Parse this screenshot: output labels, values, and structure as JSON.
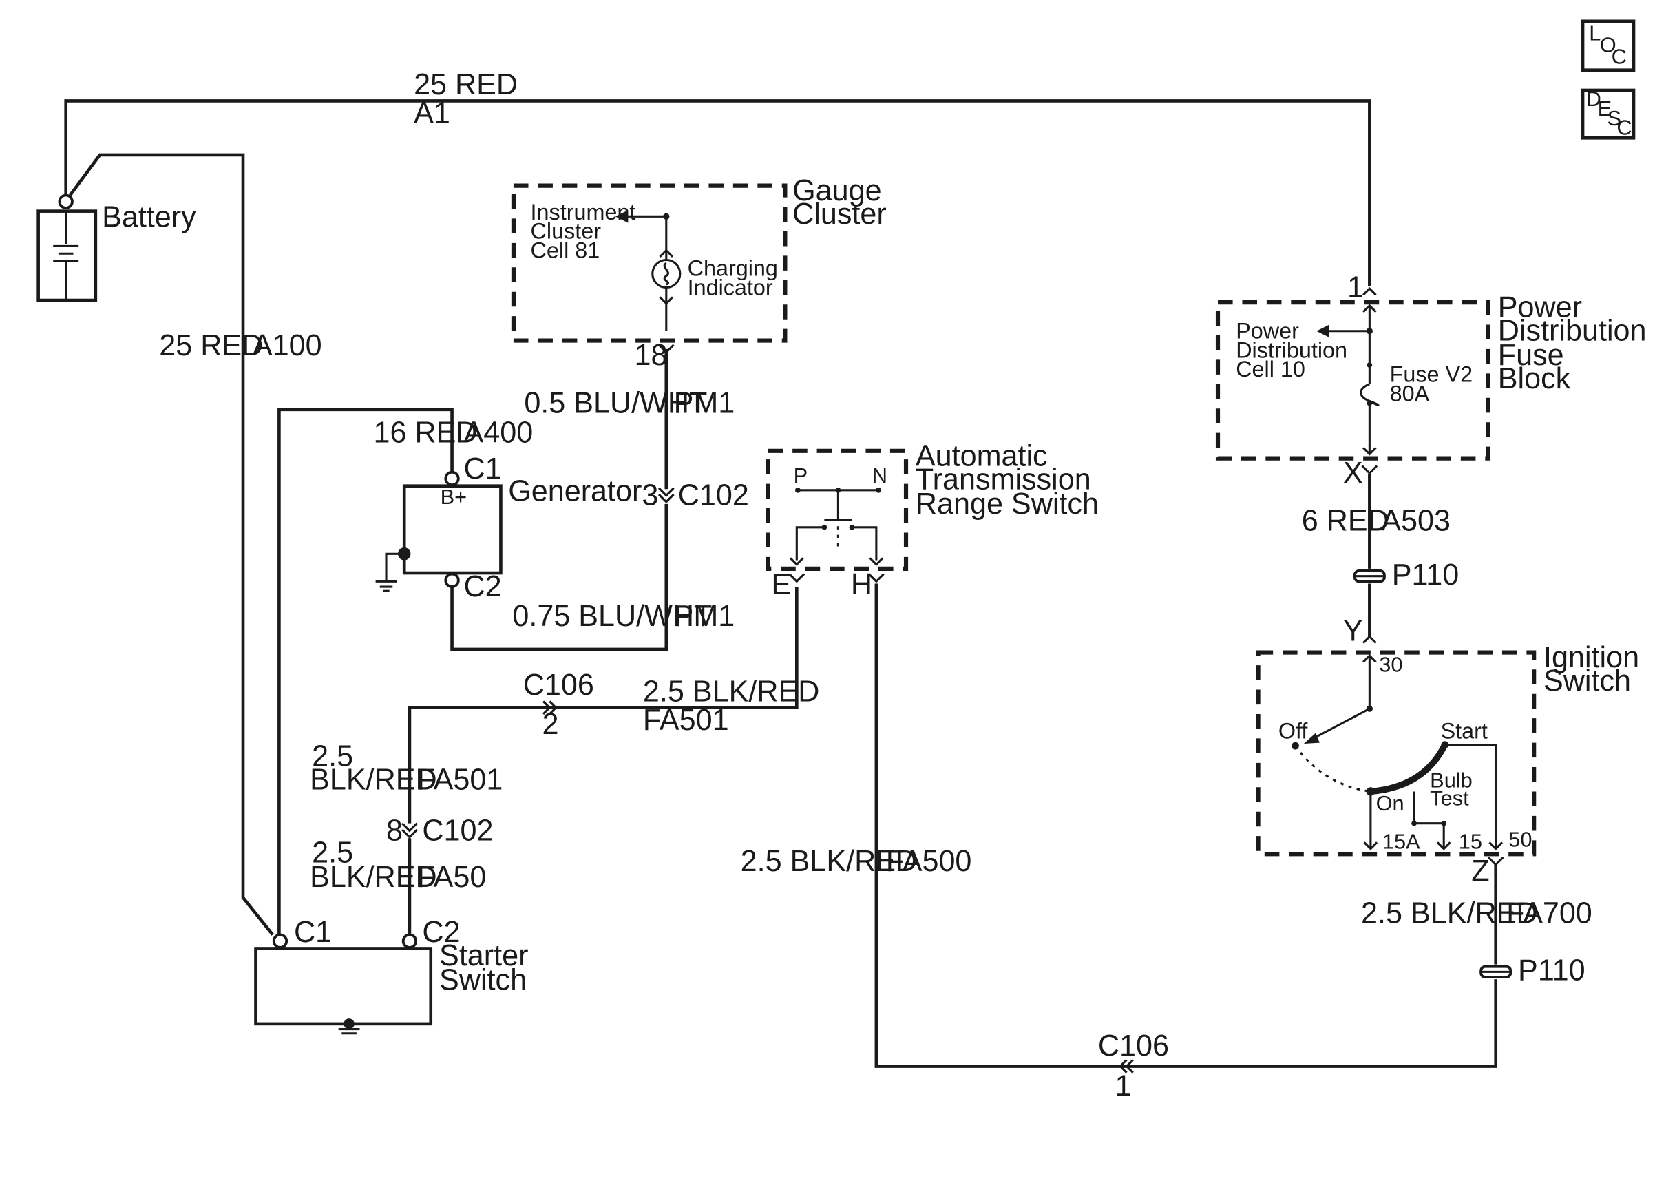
{
  "icons": {
    "loc": "loc-icon",
    "desc": "desc-icon"
  },
  "icon_text": {
    "loc_l": "L",
    "loc_o": "O",
    "loc_c": "C",
    "desc_d": "D",
    "desc_e": "E",
    "desc_s": "S",
    "desc_c": "C"
  },
  "wires": {
    "top_gauge": "25 RED",
    "top_circuit": "A1",
    "battery_starter_gauge": "25 RED",
    "battery_starter_circuit": "A100",
    "generator_gauge": "16 RED",
    "generator_circuit": "A400",
    "pm1_upper_gauge": "0.5 BLU/WHT",
    "pm1_upper_circuit": "PM1",
    "pm1_lower_gauge": "0.75 BLU/WHT",
    "pm1_lower_circuit": "PM1",
    "fa501_right_gauge": "2.5 BLK/RED",
    "fa501_right_circuit": "FA501",
    "fa501_left_gauge_1": "2.5",
    "fa501_left_gauge_2": "BLK/RED",
    "fa501_left_circuit": "FA501",
    "fa50_gauge_1": "2.5",
    "fa50_gauge_2": "BLK/RED",
    "fa50_circuit": "FA50",
    "fa500_gauge": "2.5 BLK/RED",
    "fa500_circuit": "FA500",
    "a503_gauge": "6 RED",
    "a503_circuit": "A503",
    "fa700_gauge": "2.5 BLK/RED",
    "fa700_circuit": "FA700"
  },
  "connectors": {
    "c102_upper_pin": "3",
    "c102_upper_name": "C102",
    "c102_lower_pin": "8",
    "c102_lower_name": "C102",
    "c106_upper_name": "C106",
    "c106_upper_pin": "2",
    "c106_lower_name": "C106",
    "c106_lower_pin": "1",
    "p110_upper": "P110",
    "p110_lower": "P110",
    "gauge_pin": "18",
    "pdfb_pin_in": "1",
    "pdfb_pin_x": "X",
    "ign_pin_y": "Y",
    "ign_pin_z": "Z",
    "trans_pin_e": "E",
    "trans_pin_h": "H",
    "gen_c1": "C1",
    "gen_c2": "C2",
    "gen_b_plus": "B+",
    "starter_c1": "C1",
    "starter_c2": "C2"
  },
  "components": {
    "battery": "Battery",
    "generator": "Generator",
    "starter_1": "Starter",
    "starter_2": "Switch",
    "gauge_cluster_1": "Gauge",
    "gauge_cluster_2": "Cluster",
    "instrument_ref_1": "Instrument",
    "instrument_ref_2": "Cluster",
    "instrument_ref_3": "Cell 81",
    "charging_1": "Charging",
    "charging_2": "Indicator",
    "trans_1": "Automatic",
    "trans_2": "Transmission",
    "trans_3": "Range Switch",
    "trans_p": "P",
    "trans_n": "N",
    "pdfb_1": "Power",
    "pdfb_2": "Distribution",
    "pdfb_3": "Fuse",
    "pdfb_4": "Block",
    "pd_ref_1": "Power",
    "pd_ref_2": "Distribution",
    "pd_ref_3": "Cell 10",
    "fuse_1": "Fuse V2",
    "fuse_2": "80A",
    "ign_1": "Ignition",
    "ign_2": "Switch",
    "ign_30": "30",
    "ign_off": "Off",
    "ign_start": "Start",
    "ign_on": "On",
    "ign_bulb_1": "Bulb",
    "ign_bulb_2": "Test",
    "ign_15a": "15A",
    "ign_15": "15",
    "ign_50": "50"
  }
}
